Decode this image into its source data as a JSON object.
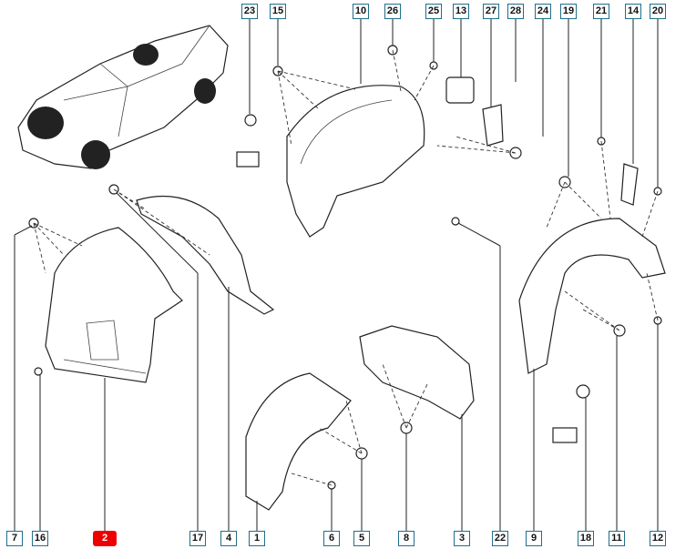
{
  "diagram": {
    "top_labels": [
      "23",
      "15",
      "10",
      "26",
      "25",
      "13",
      "27",
      "28",
      "24",
      "19",
      "21",
      "14",
      "20"
    ],
    "bottom_labels": [
      "7",
      "16",
      "2",
      "17",
      "4",
      "1",
      "6",
      "5",
      "8",
      "3",
      "22",
      "9",
      "18",
      "11",
      "12"
    ],
    "highlighted_label": "2",
    "colors": {
      "label_border": "#1f6f8b",
      "highlight": "#e00000"
    }
  }
}
